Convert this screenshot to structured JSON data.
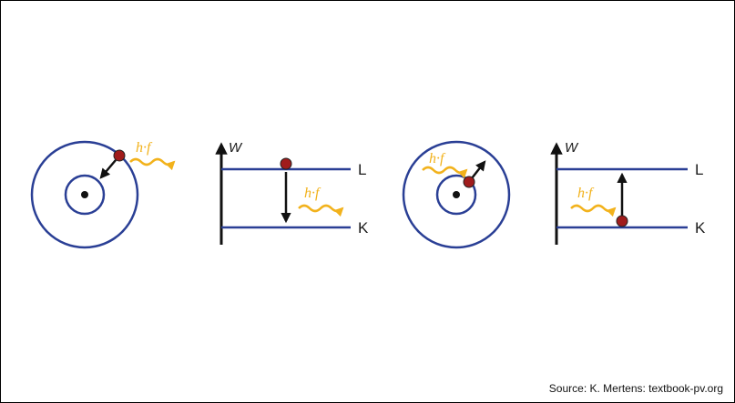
{
  "diagram": {
    "photon_label": "h·f",
    "axis_label": "W",
    "level_upper": "L",
    "level_lower": "K"
  },
  "source": "Source: K. Mertens: textbook-pv.org",
  "colors": {
    "orbit": "#2a3f95",
    "level": "#2a3f95",
    "electron": "#a01c1c",
    "photon": "#f2b21c",
    "arrow": "#111111"
  }
}
